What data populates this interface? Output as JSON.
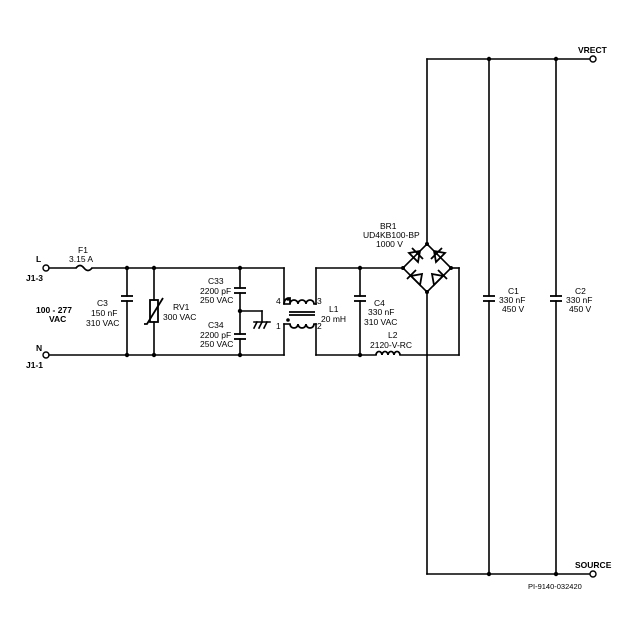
{
  "terminals": {
    "l_label": "L",
    "l_pin": "J1-3",
    "n_label": "N",
    "n_pin": "J1-1",
    "input_voltage_1": "100 - 277",
    "input_voltage_2": "VAC",
    "vrect": "VRECT",
    "source": "SOURCE"
  },
  "components": {
    "f1": {
      "ref": "F1",
      "value": "3.15 A"
    },
    "c3": {
      "ref": "C3",
      "value": "150 nF",
      "rating": "310 VAC"
    },
    "rv1": {
      "ref": "RV1",
      "value": "300 VAC"
    },
    "c33": {
      "ref": "C33",
      "value": "2200 pF",
      "rating": "250 VAC"
    },
    "c34": {
      "ref": "C34",
      "value": "2200 pF",
      "rating": "250 VAC"
    },
    "l1": {
      "ref": "L1",
      "value": "20 mH",
      "pins": [
        "4",
        "3",
        "1",
        "2"
      ]
    },
    "c4": {
      "ref": "C4",
      "value": "330 nF",
      "rating": "310 VAC"
    },
    "l2": {
      "ref": "L2",
      "value": "2120-V-RC"
    },
    "br1": {
      "ref": "BR1",
      "value": "UD4KB100-BP",
      "rating": "1000 V"
    },
    "c1": {
      "ref": "C1",
      "value": "330 nF",
      "rating": "450 V"
    },
    "c2": {
      "ref": "C2",
      "value": "330 nF",
      "rating": "450 V"
    }
  },
  "drawing_id": "PI-9140-032420"
}
